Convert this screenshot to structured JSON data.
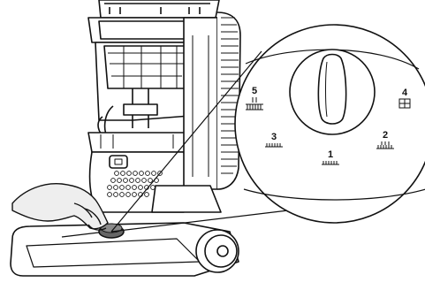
{
  "dial": {
    "settings": [
      {
        "label": "1",
        "icon": "carpet-low-pile-icon"
      },
      {
        "label": "2",
        "icon": "carpet-medium-pile-icon"
      },
      {
        "label": "3",
        "icon": "carpet-low-pile-icon"
      },
      {
        "label": "4",
        "icon": "bare-floor-grid-icon"
      },
      {
        "label": "5",
        "icon": "carpet-high-pile-icon"
      }
    ]
  }
}
